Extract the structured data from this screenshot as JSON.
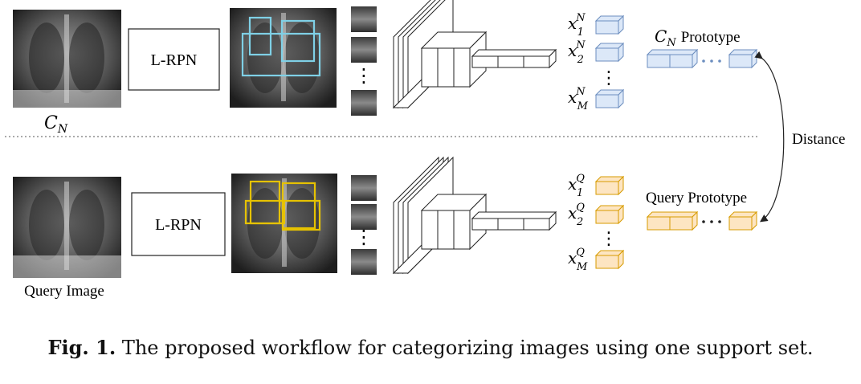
{
  "top_row": {
    "image_label_base": "C",
    "image_label_sub": "N",
    "rpn_label": "L-RPN",
    "feature_base": "x",
    "feature_sup": "N",
    "feature_subs": [
      "1",
      "2",
      "M"
    ],
    "prototype_base": "C",
    "prototype_sub": "N",
    "prototype_text": "Prototype",
    "box_color": "#7fd0e6",
    "cube_fill": "#dce8f8",
    "cube_stroke": "#6c8ebf"
  },
  "bottom_row": {
    "image_label": "Query Image",
    "rpn_label": "L-RPN",
    "feature_base": "x",
    "feature_sup": "Q",
    "feature_subs": [
      "1",
      "2",
      "M"
    ],
    "prototype_label": "Query Prototype",
    "box_color": "#e6c200",
    "cube_fill": "#fde5c2",
    "cube_stroke": "#d79b00"
  },
  "distance_label": "Distance",
  "ellipsis": "⋮",
  "caption": {
    "prefix": "Fig. 1.",
    "text": " The proposed workflow for categorizing images using one support set."
  }
}
